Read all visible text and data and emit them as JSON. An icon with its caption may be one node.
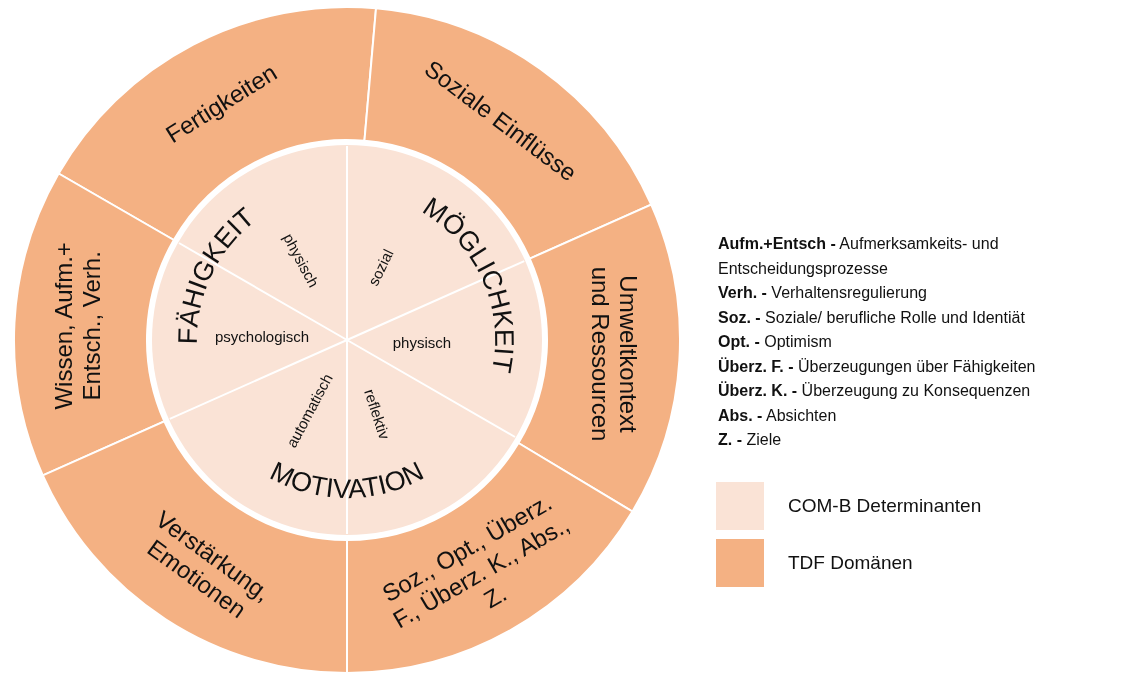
{
  "diagram": {
    "nodes": [
      {
        "text": [
          "Fertigkeiten"
        ]
      },
      {
        "text": [
          "Soziale Einflüsse"
        ]
      },
      {
        "text": [
          "Wissen, Aufm.+ Entsch., Verh."
        ]
      },
      {
        "text": [
          "Umweltkontext und Ressourcen"
        ]
      },
      {
        "text": [
          "Verstärkung, Emotionen"
        ]
      },
      {
        "text": [
          "Soz., Opt., Überz. F., Überz. K., Abs., Z."
        ]
      },
      {
        "text": [
          "FÄHIGKEIT"
        ]
      },
      {
        "text": [
          "physisch"
        ]
      },
      {
        "text": [
          "psychologisch"
        ]
      },
      {
        "text": [
          "MÖGLICHKEIT"
        ]
      },
      {
        "text": [
          "sozial"
        ]
      },
      {
        "text": [
          "physisch"
        ]
      },
      {
        "text": [
          "MOTIVATION"
        ]
      },
      {
        "text": [
          "automatisch"
        ]
      },
      {
        "text": [
          "reflektiv"
        ]
      }
    ],
    "labels": [
      "**Aufm.+Entsch -** Aufmerksamkeits- und Entscheidungsprozesse",
      "**Verh. -** Verhaltensregulierung",
      "**Soz. -** Soziale/ berufliche Rolle und Identiät",
      "**Opt. -** Optimism",
      "**Überz. F. -** Überzeugungen über Fähigkeiten",
      "**Überz. K. -** Überzeugung zu Konsequenzen",
      "**Abs. -** Absichten",
      "**Z. -** Ziele"
    ],
    "legend": [
      {
        "text": "COM-B Determinanten",
        "color": "#fae3d6"
      },
      {
        "text": "TDF Domänen",
        "color": "#f4b183"
      }
    ]
  }
}
